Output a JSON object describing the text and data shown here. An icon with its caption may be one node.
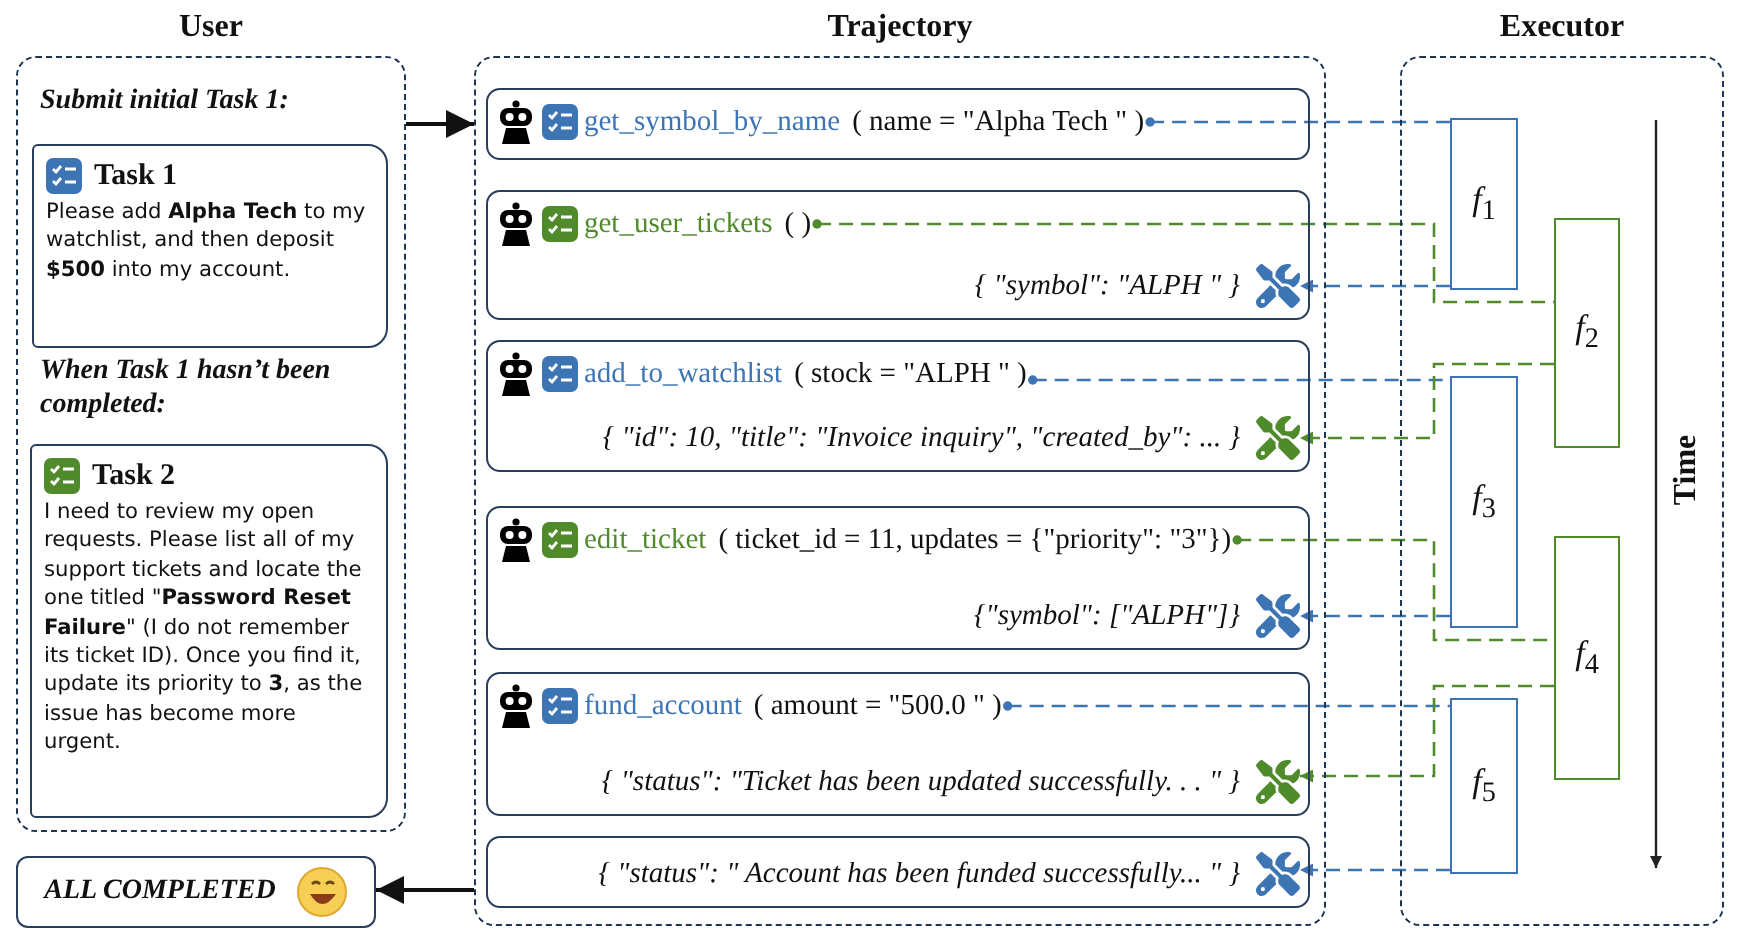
{
  "diagram": {
    "nodes": [
      {
        "text": [
          "User"
        ]
      },
      {
        "text": [
          "Task 1",
          "Please add **Alpha Tech** to my watchlist, and then deposit **$500** into my account."
        ],
        "in": 0
      },
      {
        "text": [
          "Task 2",
          "I need to review my open requests. Please list all of my support tickets and locate the one titled \"**Password Reset Failure**\" (I do not remember its ticket ID). Once you find it, update its priority to **3**, as the issue has become more urgent."
        ],
        "in": 0
      },
      {
        "text": [
          "ALL COMPLETED"
        ]
      },
      {
        "text": [
          "Trajectory"
        ]
      },
      {
        "text": [],
        "shape": "box",
        "in": 4
      },
      {
        "text": [
          "get_symbol_by_name",
          "( name = \"Alpha Tech \" )"
        ],
        "in": 5
      },
      {
        "text": [],
        "shape": "box",
        "in": 4
      },
      {
        "text": [
          "get_user_tickets",
          "( )"
        ],
        "in": 7
      },
      {
        "text": [
          "{ \"symbol\": \"ALPH \" }"
        ],
        "in": 7
      },
      {
        "text": [],
        "shape": "box",
        "in": 4
      },
      {
        "text": [
          "add_to_watchlist",
          "( stock = \"ALPH \" )"
        ],
        "in": 10
      },
      {
        "text": [
          "{ \"id\": 10, \"title\": \"Invoice inquiry\", \"created_by\": ... }"
        ],
        "in": 10
      },
      {
        "text": [],
        "shape": "box",
        "in": 4
      },
      {
        "text": [
          "edit_ticket",
          "( ticket_id = 11, updates = {\"priority\": \"3\"})"
        ],
        "in": 13
      },
      {
        "text": [
          "{\"symbol\": [\"ALPH\"]}"
        ],
        "in": 13
      },
      {
        "text": [],
        "shape": "box",
        "in": 4
      },
      {
        "text": [
          "fund_account",
          "( amount  = \"500.0 \" )"
        ],
        "in": 16
      },
      {
        "text": [
          "{ \"status\": \"Ticket has been updated successfully. . . \" }"
        ],
        "in": 16
      },
      {
        "text": [],
        "shape": "box",
        "in": 4
      },
      {
        "text": [
          "{ \"status\": \" Account has been funded successfully... \" }"
        ],
        "in": 19
      },
      {
        "text": [
          "Executor"
        ]
      },
      {
        "text": [
          "*f*$_{1}$"
        ],
        "in": 21
      },
      {
        "text": [
          "*f*$_{2}$"
        ],
        "in": 21
      },
      {
        "text": [
          "*f*$_{3}$"
        ],
        "in": 21
      },
      {
        "text": [
          "*f*$_{4}$"
        ],
        "in": 21
      },
      {
        "text": [
          "*f*$_{5}$"
        ],
        "in": 21
      }
    ],
    "edges": [
      {
        "from": 0,
        "to": 4,
        "arrow": "to",
        "color": "#111111"
      },
      {
        "from": 4,
        "to": 3,
        "arrow": "to",
        "color": "#111111"
      },
      {
        "from": 6,
        "to": 22,
        "arrow": "other",
        "style": "dashed",
        "color": "#3d74b4"
      },
      {
        "from": 8,
        "to": 23,
        "arrow": "other",
        "style": "dashed",
        "color": "#4f8a2b"
      },
      {
        "from": 22,
        "to": 9,
        "arrow": "to",
        "style": "dashed",
        "color": "#3d74b4"
      },
      {
        "from": 11,
        "to": 24,
        "arrow": "other",
        "style": "dashed",
        "color": "#3d74b4"
      },
      {
        "from": 23,
        "to": 12,
        "arrow": "to",
        "style": "dashed",
        "color": "#4f8a2b"
      },
      {
        "from": 14,
        "to": 25,
        "arrow": "other",
        "style": "dashed",
        "color": "#4f8a2b"
      },
      {
        "from": 24,
        "to": 15,
        "arrow": "to",
        "style": "dashed",
        "color": "#3d74b4"
      },
      {
        "from": 17,
        "to": 26,
        "arrow": "other",
        "style": "dashed",
        "color": "#3d74b4"
      },
      {
        "from": 25,
        "to": 18,
        "arrow": "to",
        "style": "dashed",
        "color": "#4f8a2b"
      },
      {
        "from": 26,
        "to": 20,
        "arrow": "to",
        "style": "dashed",
        "color": "#3d74b4"
      }
    ],
    "labels": [
      "Submit initial Task 1:",
      "When Task 1 hasn’t been completed:",
      "Time"
    ]
  }
}
